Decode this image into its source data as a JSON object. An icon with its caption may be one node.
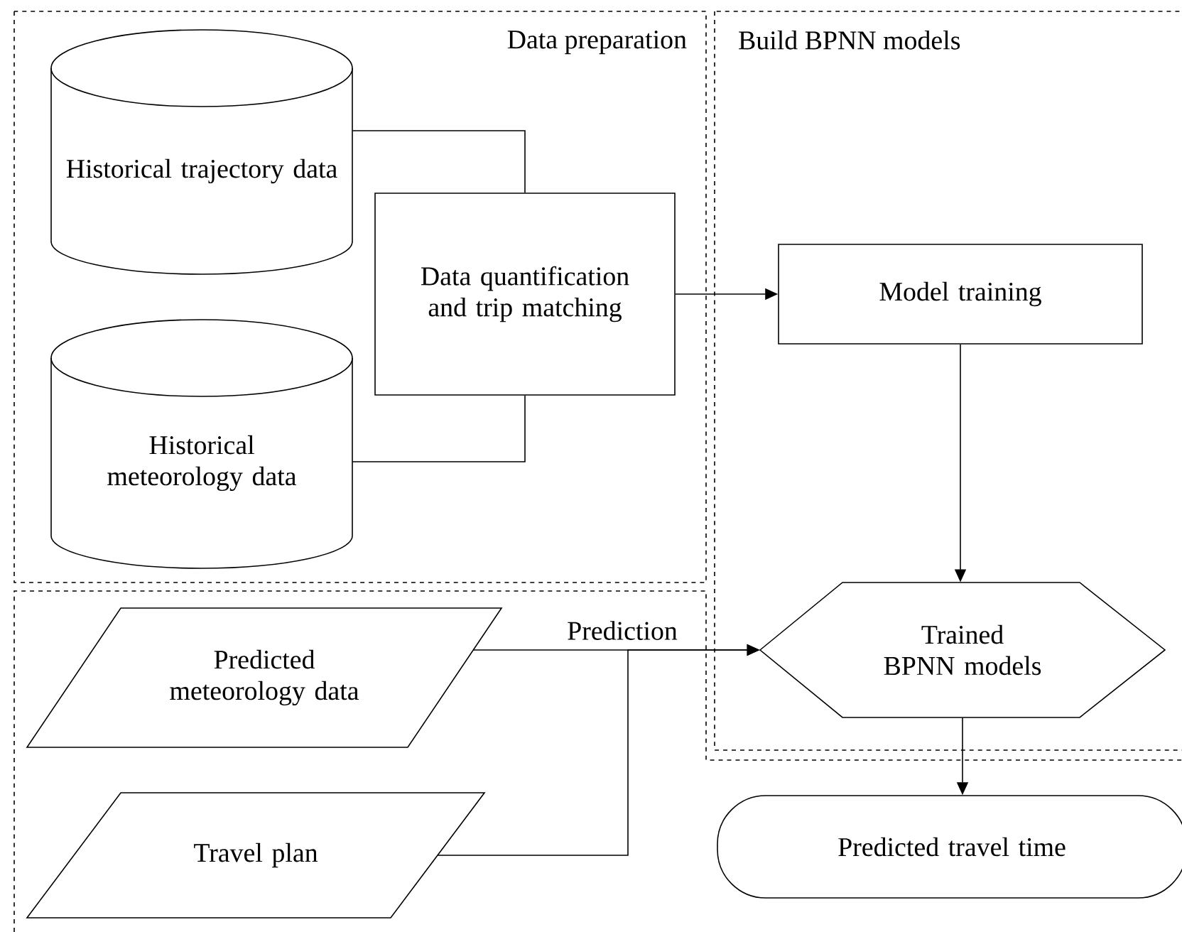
{
  "diagram": {
    "nodes": [
      {
        "text": [
          "Data preparation"
        ]
      },
      {
        "text": [
          "Historical trajectory data"
        ],
        "in": 0
      },
      {
        "text": [
          "Historical meteorology data"
        ],
        "in": 0
      },
      {
        "text": [
          "Data quantification and trip matching"
        ],
        "in": 0
      },
      {
        "text": [
          "Build BPNN models"
        ]
      },
      {
        "text": [
          "Model training"
        ],
        "in": 4
      },
      {
        "text": [
          "Trained BPNN models"
        ]
      },
      {
        "text": [
          "Prediction"
        ]
      },
      {
        "text": [
          "Predicted meteorology data"
        ],
        "in": 7
      },
      {
        "text": [
          "Travel plan"
        ],
        "in": 7
      },
      {
        "text": [
          "Predicted travel time"
        ],
        "in": 7
      }
    ],
    "edges": [
      {
        "from": 1,
        "to": 3,
        "arrow": "none"
      },
      {
        "from": 2,
        "to": 3,
        "arrow": "none"
      },
      {
        "from": 3,
        "to": 5,
        "arrow": "to"
      },
      {
        "from": 5,
        "to": 6,
        "arrow": "to"
      },
      {
        "from": 8,
        "to": 6,
        "arrow": "to"
      },
      {
        "from": 9,
        "to": 6,
        "arrow": "to"
      },
      {
        "from": 6,
        "to": 10,
        "arrow": "to"
      }
    ]
  }
}
